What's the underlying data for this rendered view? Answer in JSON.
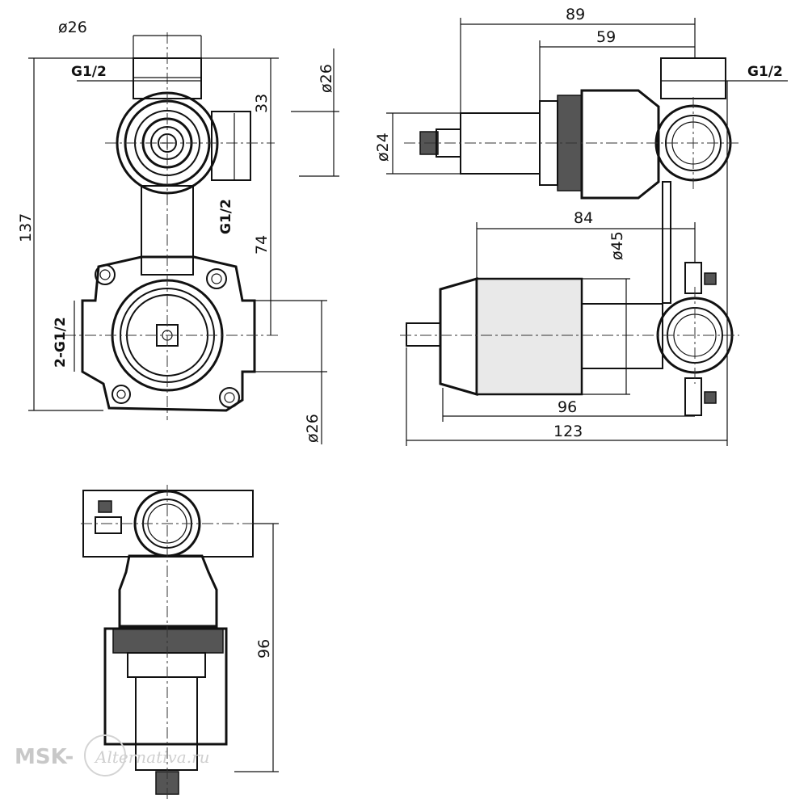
{
  "front_view": {
    "dim_diameter_top": "ø26",
    "dim_thread_top": "G1/2",
    "dim_overall_height": "137",
    "dim_offset_top": "33",
    "dim_center_distance": "74",
    "dim_side_outlet": "G1/2",
    "dim_side_inlets": "2-G1/2",
    "dim_diameter_side_top": "ø26",
    "dim_diameter_side_bottom": "ø26"
  },
  "side_view": {
    "dim_width_total": "89",
    "dim_width_partial": "59",
    "dim_thread": "G1/2",
    "dim_spindle_diameter": "ø24",
    "dim_sleeve_length": "84",
    "dim_sleeve_diameter": "ø45",
    "dim_body_depth": "96",
    "dim_overall_depth": "123"
  },
  "top_view": {
    "dim_height": "96"
  },
  "watermark": {
    "brand": "MSK-",
    "script": "Alternativa.ru"
  }
}
